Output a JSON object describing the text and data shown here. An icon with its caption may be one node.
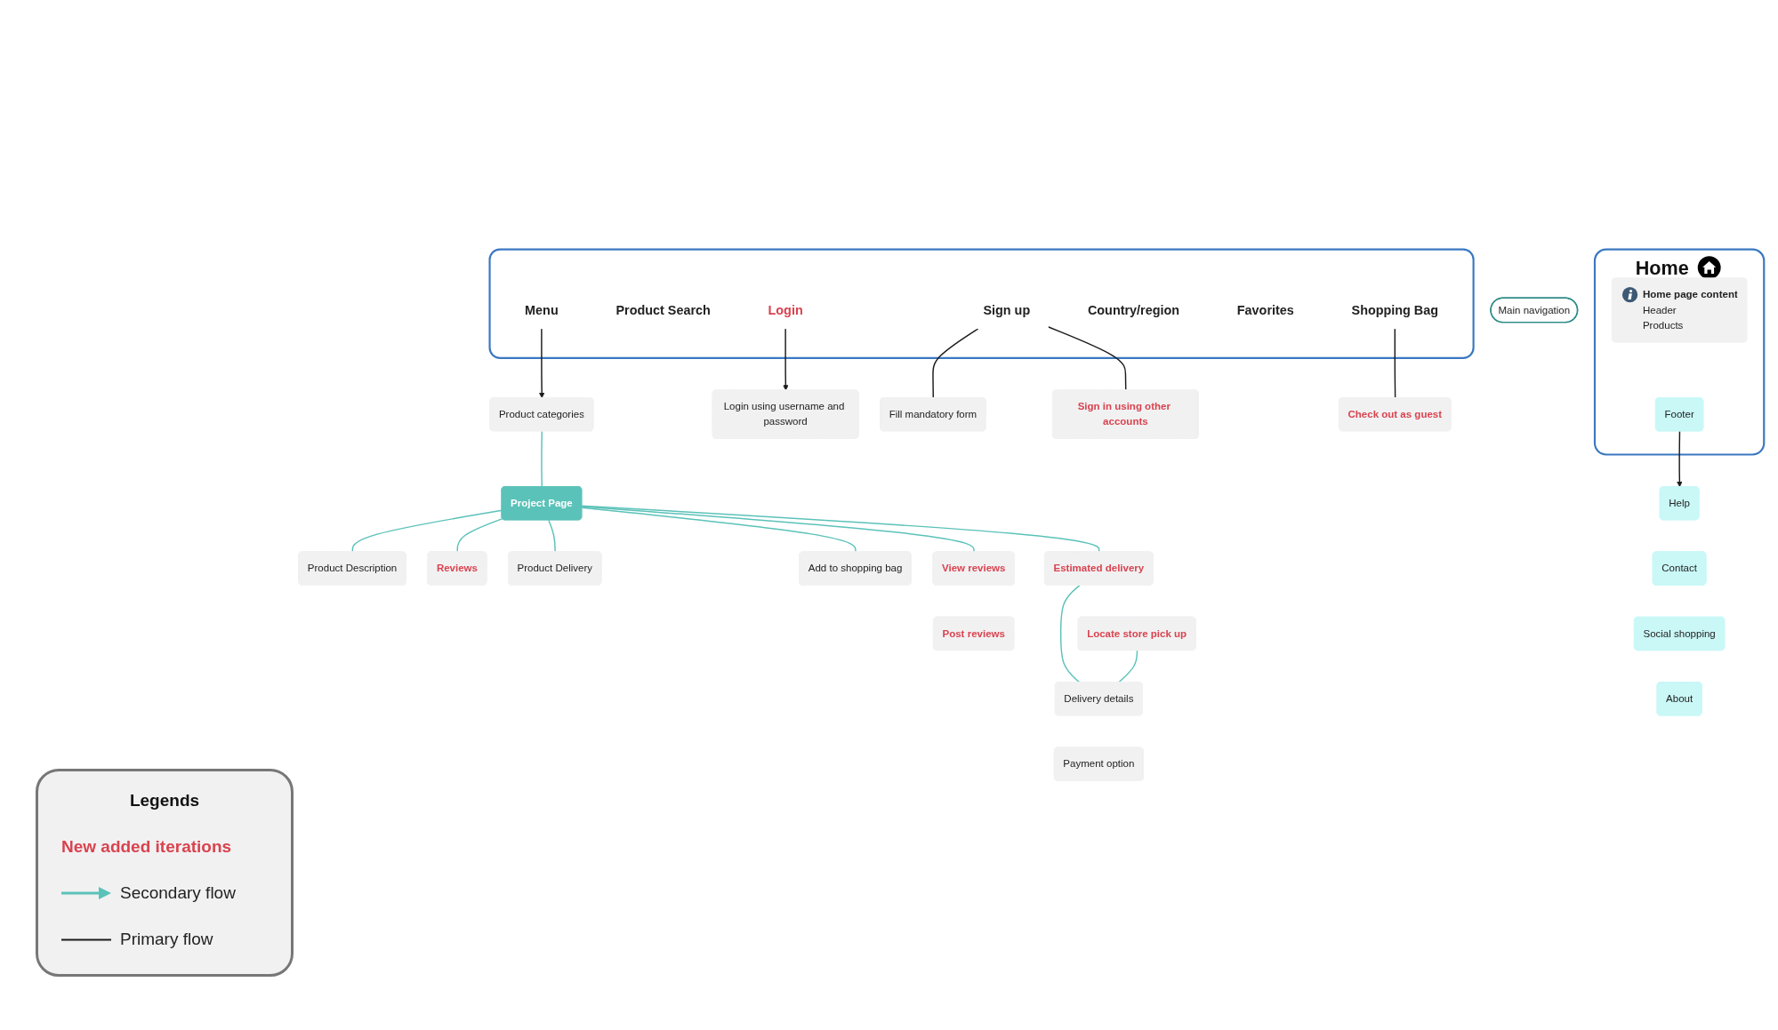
{
  "diagram": {
    "nodes": [
      {
        "text": [
          "Main navigation"
        ]
      },
      {
        "text": [
          "Home"
        ]
      },
      {
        "text": [
          "Home page content",
          "Header",
          "Products"
        ],
        "in": 1
      },
      {
        "text": [
          "Footer"
        ],
        "in": 1
      },
      {
        "text": [],
        "shape": "box"
      },
      {
        "text": [
          "Menu"
        ],
        "in": 4
      },
      {
        "text": [
          "Product Search"
        ],
        "in": 4
      },
      {
        "text": [
          "Login"
        ],
        "in": 4
      },
      {
        "text": [
          "Sign up"
        ],
        "in": 4
      },
      {
        "text": [
          "Country/region"
        ],
        "in": 4
      },
      {
        "text": [
          "Favorites"
        ],
        "in": 4
      },
      {
        "text": [
          "Shopping Bag"
        ],
        "in": 4
      },
      {
        "text": [
          "Login using username and password"
        ]
      },
      {
        "text": [
          "Fill mandatory form"
        ]
      },
      {
        "text": [
          "Sign in using other accounts"
        ]
      },
      {
        "text": [
          "Product categories"
        ]
      },
      {
        "text": [
          "Project Page"
        ]
      },
      {
        "text": [
          "Product Description"
        ]
      },
      {
        "text": [
          "Reviews"
        ]
      },
      {
        "text": [
          "Product Delivery"
        ]
      },
      {
        "text": [
          "Add to shopping bag"
        ]
      },
      {
        "text": [
          "View reviews"
        ]
      },
      {
        "text": [
          "Post reviews"
        ]
      },
      {
        "text": [
          "Estimated delivery"
        ]
      },
      {
        "text": [
          "Locate store pick up"
        ]
      },
      {
        "text": [
          "Check out as guest"
        ]
      },
      {
        "text": [
          "Delivery details"
        ]
      },
      {
        "text": [
          "Payment option"
        ]
      },
      {
        "text": [
          "Help"
        ]
      },
      {
        "text": [
          "Contact"
        ]
      },
      {
        "text": [
          "Social shopping"
        ]
      },
      {
        "text": [
          "About"
        ]
      }
    ],
    "edges": [
      {
        "from": 3,
        "to": 28,
        "arrow": "to",
        "color": "#1a1a1a"
      },
      {
        "from": 5,
        "to": 15,
        "arrow": "to",
        "color": "#1a1a1a"
      },
      {
        "from": 7,
        "to": 12,
        "arrow": "to",
        "color": "#1a1a1a"
      },
      {
        "from": 8,
        "to": 13,
        "arrow": "none",
        "color": "#1a1a1a"
      },
      {
        "from": 8,
        "to": 14,
        "arrow": "none",
        "color": "#1a1a1a"
      },
      {
        "from": 11,
        "to": 25,
        "arrow": "none",
        "color": "#1a1a1a"
      },
      {
        "from": 15,
        "to": 16,
        "arrow": "none"
      },
      {
        "from": 16,
        "to": 17,
        "arrow": "none"
      },
      {
        "from": 16,
        "to": 18,
        "arrow": "none"
      },
      {
        "from": 16,
        "to": 19,
        "arrow": "none"
      },
      {
        "from": 16,
        "to": 20,
        "arrow": "none"
      },
      {
        "from": 16,
        "to": 21,
        "arrow": "none"
      },
      {
        "from": 16,
        "to": 23,
        "arrow": "none"
      },
      {
        "from": 23,
        "to": 26,
        "arrow": "none"
      },
      {
        "from": 24,
        "to": 26,
        "arrow": "none"
      }
    ],
    "labels": [
      "Legends"
    ],
    "legend": [
      {
        "text": "New added iterations",
        "color": "#d9434f"
      },
      {
        "text": "Secondary flow"
      },
      {
        "text": "Primary flow"
      }
    ]
  }
}
